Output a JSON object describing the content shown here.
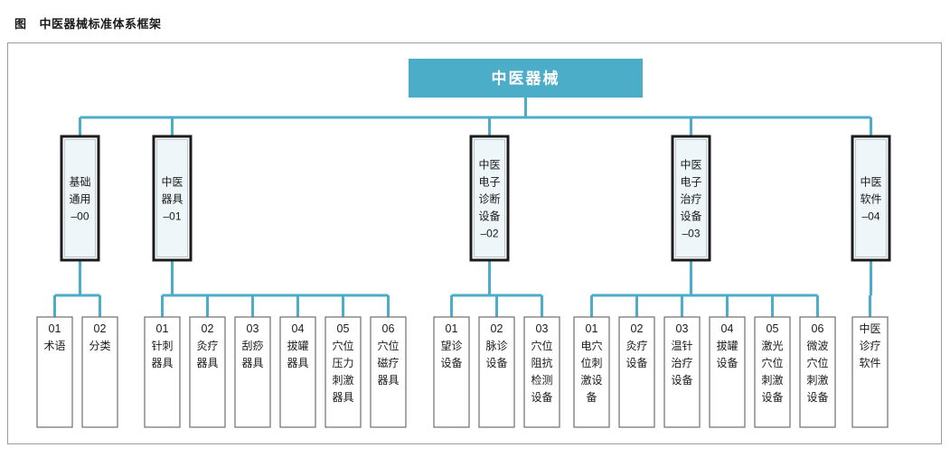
{
  "figure": {
    "label": "图",
    "title": "中医器械标准体系框架"
  },
  "chart_data": {
    "type": "diagram",
    "diagram_type": "hierarchy-tree",
    "title": "中医器械标准体系框架",
    "levels": 3,
    "root": {
      "label": "中医器械"
    },
    "branches": [
      {
        "id": "l2-00",
        "label_lines": [
          "基础",
          "通用",
          "–00"
        ],
        "children": [
          {
            "num": "01",
            "name_lines": [
              "术语"
            ]
          },
          {
            "num": "02",
            "name_lines": [
              "分类"
            ]
          }
        ]
      },
      {
        "id": "l2-01",
        "label_lines": [
          "中医",
          "器具",
          "–01"
        ],
        "children": [
          {
            "num": "01",
            "name_lines": [
              "针刺",
              "器具"
            ]
          },
          {
            "num": "02",
            "name_lines": [
              "灸疗",
              "器具"
            ]
          },
          {
            "num": "03",
            "name_lines": [
              "刮痧",
              "器具"
            ]
          },
          {
            "num": "04",
            "name_lines": [
              "拔罐",
              "器具"
            ]
          },
          {
            "num": "05",
            "name_lines": [
              "穴位",
              "压力",
              "刺激",
              "器具"
            ]
          },
          {
            "num": "06",
            "name_lines": [
              "穴位",
              "磁疗",
              "器具"
            ]
          }
        ]
      },
      {
        "id": "l2-02",
        "label_lines": [
          "中医",
          "电子",
          "诊断",
          "设备",
          "–02"
        ],
        "children": [
          {
            "num": "01",
            "name_lines": [
              "望诊",
              "设备"
            ]
          },
          {
            "num": "02",
            "name_lines": [
              "脉诊",
              "设备"
            ]
          },
          {
            "num": "03",
            "name_lines": [
              "穴位",
              "阻抗",
              "检测",
              "设备"
            ]
          }
        ]
      },
      {
        "id": "l2-03",
        "label_lines": [
          "中医",
          "电子",
          "治疗",
          "设备",
          "–03"
        ],
        "children": [
          {
            "num": "01",
            "name_lines": [
              "电穴",
              "位刺",
              "激设",
              "备"
            ]
          },
          {
            "num": "02",
            "name_lines": [
              "灸疗",
              "设备"
            ]
          },
          {
            "num": "03",
            "name_lines": [
              "温针",
              "治疗",
              "设备"
            ]
          },
          {
            "num": "04",
            "name_lines": [
              "拔罐",
              "设备"
            ]
          },
          {
            "num": "05",
            "name_lines": [
              "激光",
              "穴位",
              "刺激",
              "设备"
            ]
          },
          {
            "num": "06",
            "name_lines": [
              "微波",
              "穴位",
              "刺激",
              "设备"
            ]
          }
        ]
      },
      {
        "id": "l2-04",
        "label_lines": [
          "中医",
          "软件",
          "–04"
        ],
        "children": [
          {
            "num": "",
            "name_lines": [
              "中医",
              "诊疗",
              "软件"
            ]
          }
        ]
      }
    ],
    "colors": {
      "link": "#4cadc9",
      "root_fill": "#4cadc9",
      "root_text": "#ffffff",
      "level2_fill": "#eef6f9",
      "level2_border": "#1c1c1c",
      "leaf_fill": "#ffffff",
      "leaf_border": "#6e6e6e",
      "frame_border": "#9c9c9c",
      "text": "#1a1a1a"
    }
  }
}
